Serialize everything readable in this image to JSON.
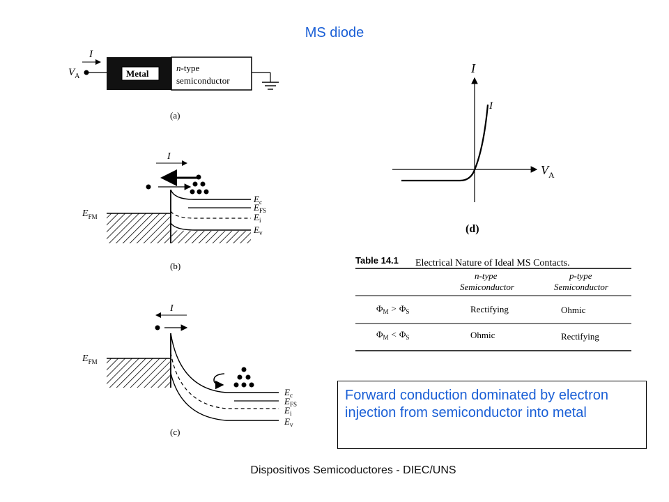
{
  "title": "MS diode",
  "footer": "Dispositivos Semicoductores - DIEC/UNS",
  "callout": "Forward conduction dominated by electron injection from semiconductor into metal",
  "panel_a": {
    "current": "I",
    "voltage": "V",
    "voltage_sub": "A",
    "metal": "Metal",
    "semi_italic": "n",
    "semi_rest": "-type",
    "semi_line2": "semiconductor",
    "caption": "(a)"
  },
  "panel_b": {
    "current": "I",
    "efm": "E",
    "efm_sub": "FM",
    "ec": "E",
    "ec_sub": "c",
    "efs": "E",
    "efs_sub": "FS",
    "ei": "E",
    "ei_sub": "i",
    "ev": "E",
    "ev_sub": "v",
    "caption": "(b)"
  },
  "panel_c": {
    "current": "I",
    "efm": "E",
    "efm_sub": "FM",
    "ec": "E",
    "ec_sub": "c",
    "efs": "E",
    "efs_sub": "FS",
    "ei": "E",
    "ei_sub": "i",
    "ev": "E",
    "ev_sub": "v",
    "caption": "(c)"
  },
  "panel_d": {
    "y_axis": "I",
    "curve_label": "I",
    "x_axis": "V",
    "x_axis_sub": "A",
    "caption": "(d)"
  },
  "table": {
    "number": "Table 14.1",
    "caption": "Electrical Nature of Ideal MS Contacts.",
    "col1_line1": "n-type",
    "col1_line2": "Semiconductor",
    "col2_line1": "p-type",
    "col2_line2": "Semiconductor",
    "row1_cond": "Φ",
    "row1_cond_sub1": "M",
    "row1_op": ">",
    "row1_cond2": "Φ",
    "row1_cond_sub2": "S",
    "row1_n": "Rectifying",
    "row1_p": "Ohmic",
    "row2_cond": "Φ",
    "row2_cond_sub1": "M",
    "row2_op": "<",
    "row2_cond2": "Φ",
    "row2_cond_sub2": "S",
    "row2_n": "Ohmic",
    "row2_p": "Rectifying"
  }
}
